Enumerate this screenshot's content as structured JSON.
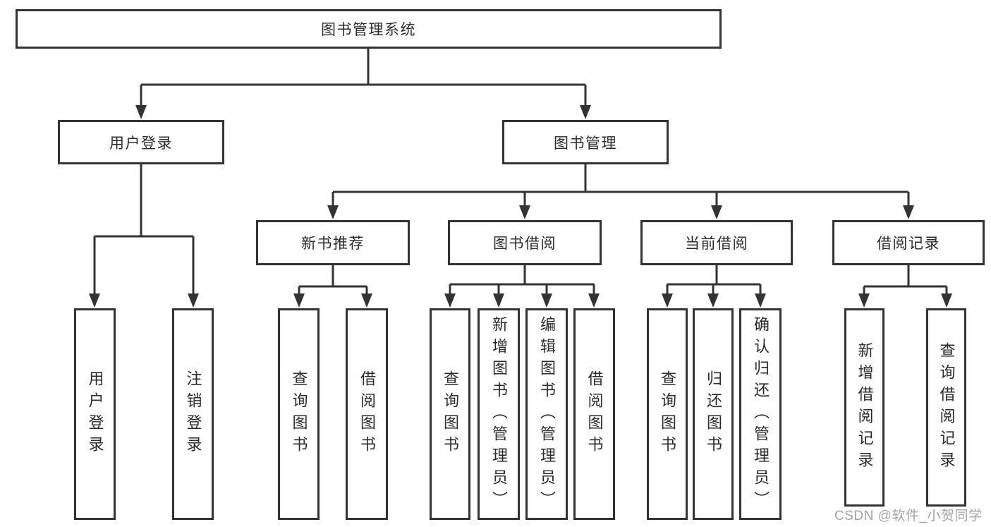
{
  "tree": {
    "label": "图书管理系统",
    "children": [
      {
        "label": "用户登录",
        "children": [
          {
            "label": "用户登录"
          },
          {
            "label": "注销登录"
          }
        ]
      },
      {
        "label": "图书管理",
        "children": [
          {
            "label": "新书推荐",
            "children": [
              {
                "label": "查询图书"
              },
              {
                "label": "借阅图书"
              }
            ]
          },
          {
            "label": "图书借阅",
            "children": [
              {
                "label": "查询图书"
              },
              {
                "label": "新增图书（管理员）"
              },
              {
                "label": "编辑图书（管理员）"
              },
              {
                "label": "借阅图书"
              }
            ]
          },
          {
            "label": "当前借阅",
            "children": [
              {
                "label": "查询图书"
              },
              {
                "label": "归还图书"
              },
              {
                "label": "确认归还（管理员）"
              }
            ]
          },
          {
            "label": "借阅记录",
            "children": [
              {
                "label": "新增借阅记录"
              },
              {
                "label": "查询借阅记录"
              }
            ]
          }
        ]
      }
    ]
  },
  "watermark": {
    "text": "CSDN @软件_小贺同学"
  },
  "colors": {
    "line": "#333333",
    "box_border": "#333333",
    "text": "#2b2b2b",
    "watermark": "#a3a3a3",
    "background": "#ffffff"
  }
}
